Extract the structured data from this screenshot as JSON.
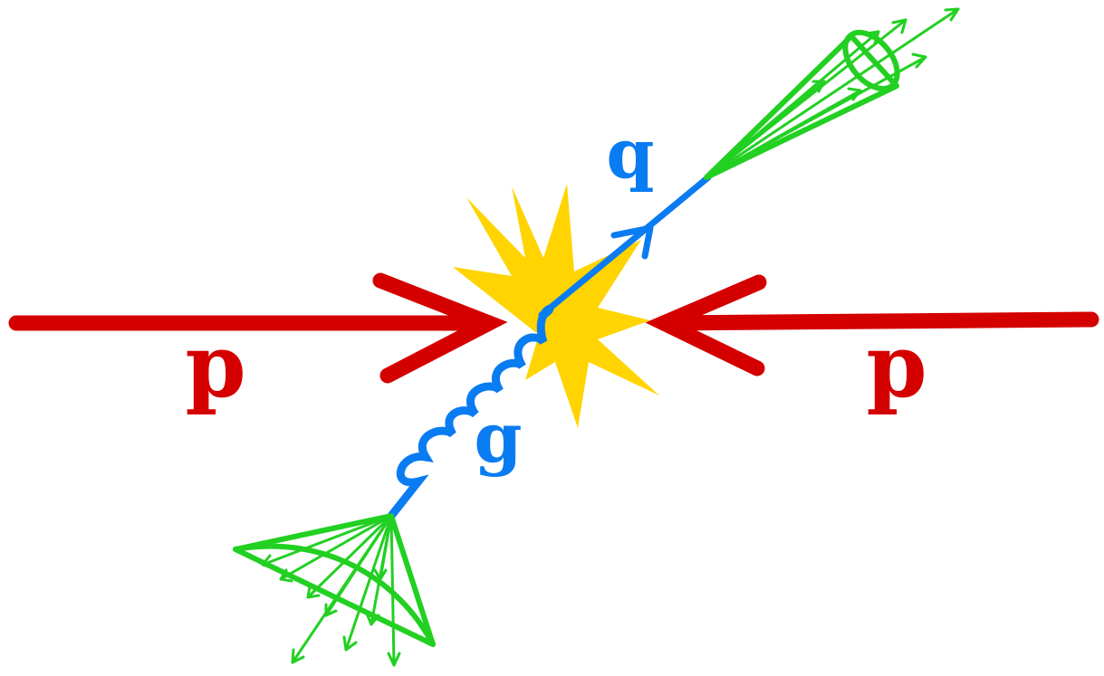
{
  "labels": {
    "proton_left": "p",
    "proton_right": "p",
    "quark": "q",
    "gluon": "g"
  },
  "colors": {
    "proton": "#d40000",
    "parton": "#0a7cf2",
    "jet": "#22d022",
    "collision": "#ffd400"
  },
  "icons": {
    "collision": "starburst-icon",
    "jet": "cone-icon"
  }
}
